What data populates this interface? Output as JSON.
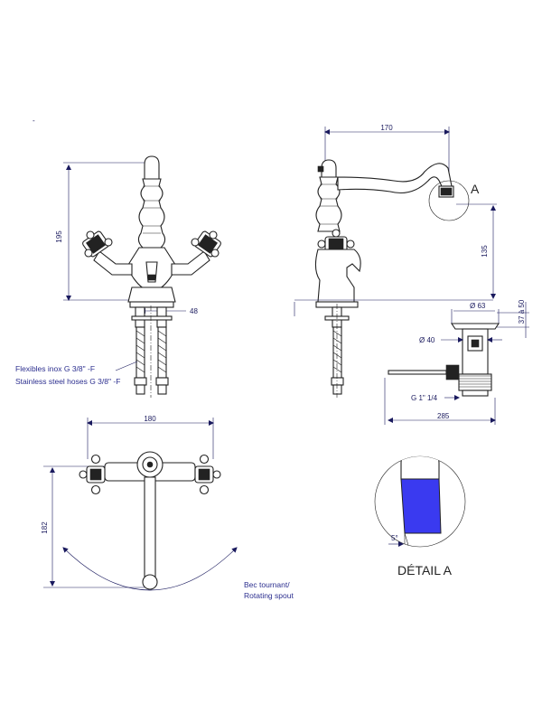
{
  "dimensions": {
    "height_front": "195",
    "spacing_hoses": "48",
    "width_side": "170",
    "spout_height": "135",
    "drain_height": "37 à 50",
    "drain_dia_top": "Ø 63",
    "drain_dia_body": "Ø 40",
    "drain_thread": "G 1\" 1/4",
    "drain_rod": "285",
    "top_width": "180",
    "top_depth": "182",
    "angle_detail": "5°"
  },
  "notes": {
    "hoses_fr": "Flexibles inox G 3/8\" -F",
    "hoses_en": "Stainless steel hoses G 3/8\" -F",
    "spout_fr": "Bec tournant/",
    "spout_en": "Rotating spout"
  },
  "labels": {
    "detail_marker": "A",
    "detail_title": "DÉTAIL A",
    "corner_mark": "-"
  },
  "colors": {
    "dimension_text": "#1a1a5e",
    "note_text": "#2c2f8f",
    "aerator_blue": "#3a3af0"
  }
}
